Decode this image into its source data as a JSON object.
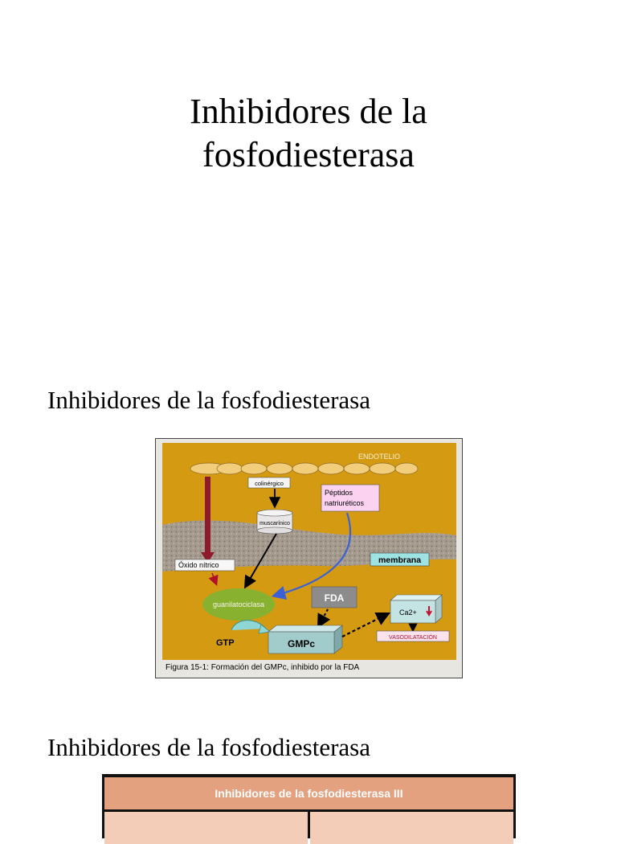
{
  "slide1": {
    "title_line1": "Inhibidores de la",
    "title_line2": "fosfodiesterasa"
  },
  "slide2": {
    "heading": "Inhibidores de la fosfodiesterasa",
    "figure": {
      "endotelio": "ENDOTELIO",
      "colinergico": "colinérgico",
      "peptidos_line1": "Péptidos",
      "peptidos_line2": "natriuréticos",
      "muscarinico": "muscarínico",
      "oxido_nitrico": "Óxido nítrico",
      "membrana": "membrana",
      "guanilatociclasa": "guanilatociclasa",
      "fda": "FDA",
      "ca2": "Ca2+",
      "gtp": "GTP",
      "gmpc": "GMPc",
      "vasodilatacion": "VASODILATACIÓN",
      "caption": "Figura 15-1: Formación del GMPc, inhibido por la FDA"
    }
  },
  "slide3": {
    "heading": "Inhibidores de la fosfodiesterasa",
    "table_title": "Inhibidores de la fosfodiesterasa III"
  }
}
